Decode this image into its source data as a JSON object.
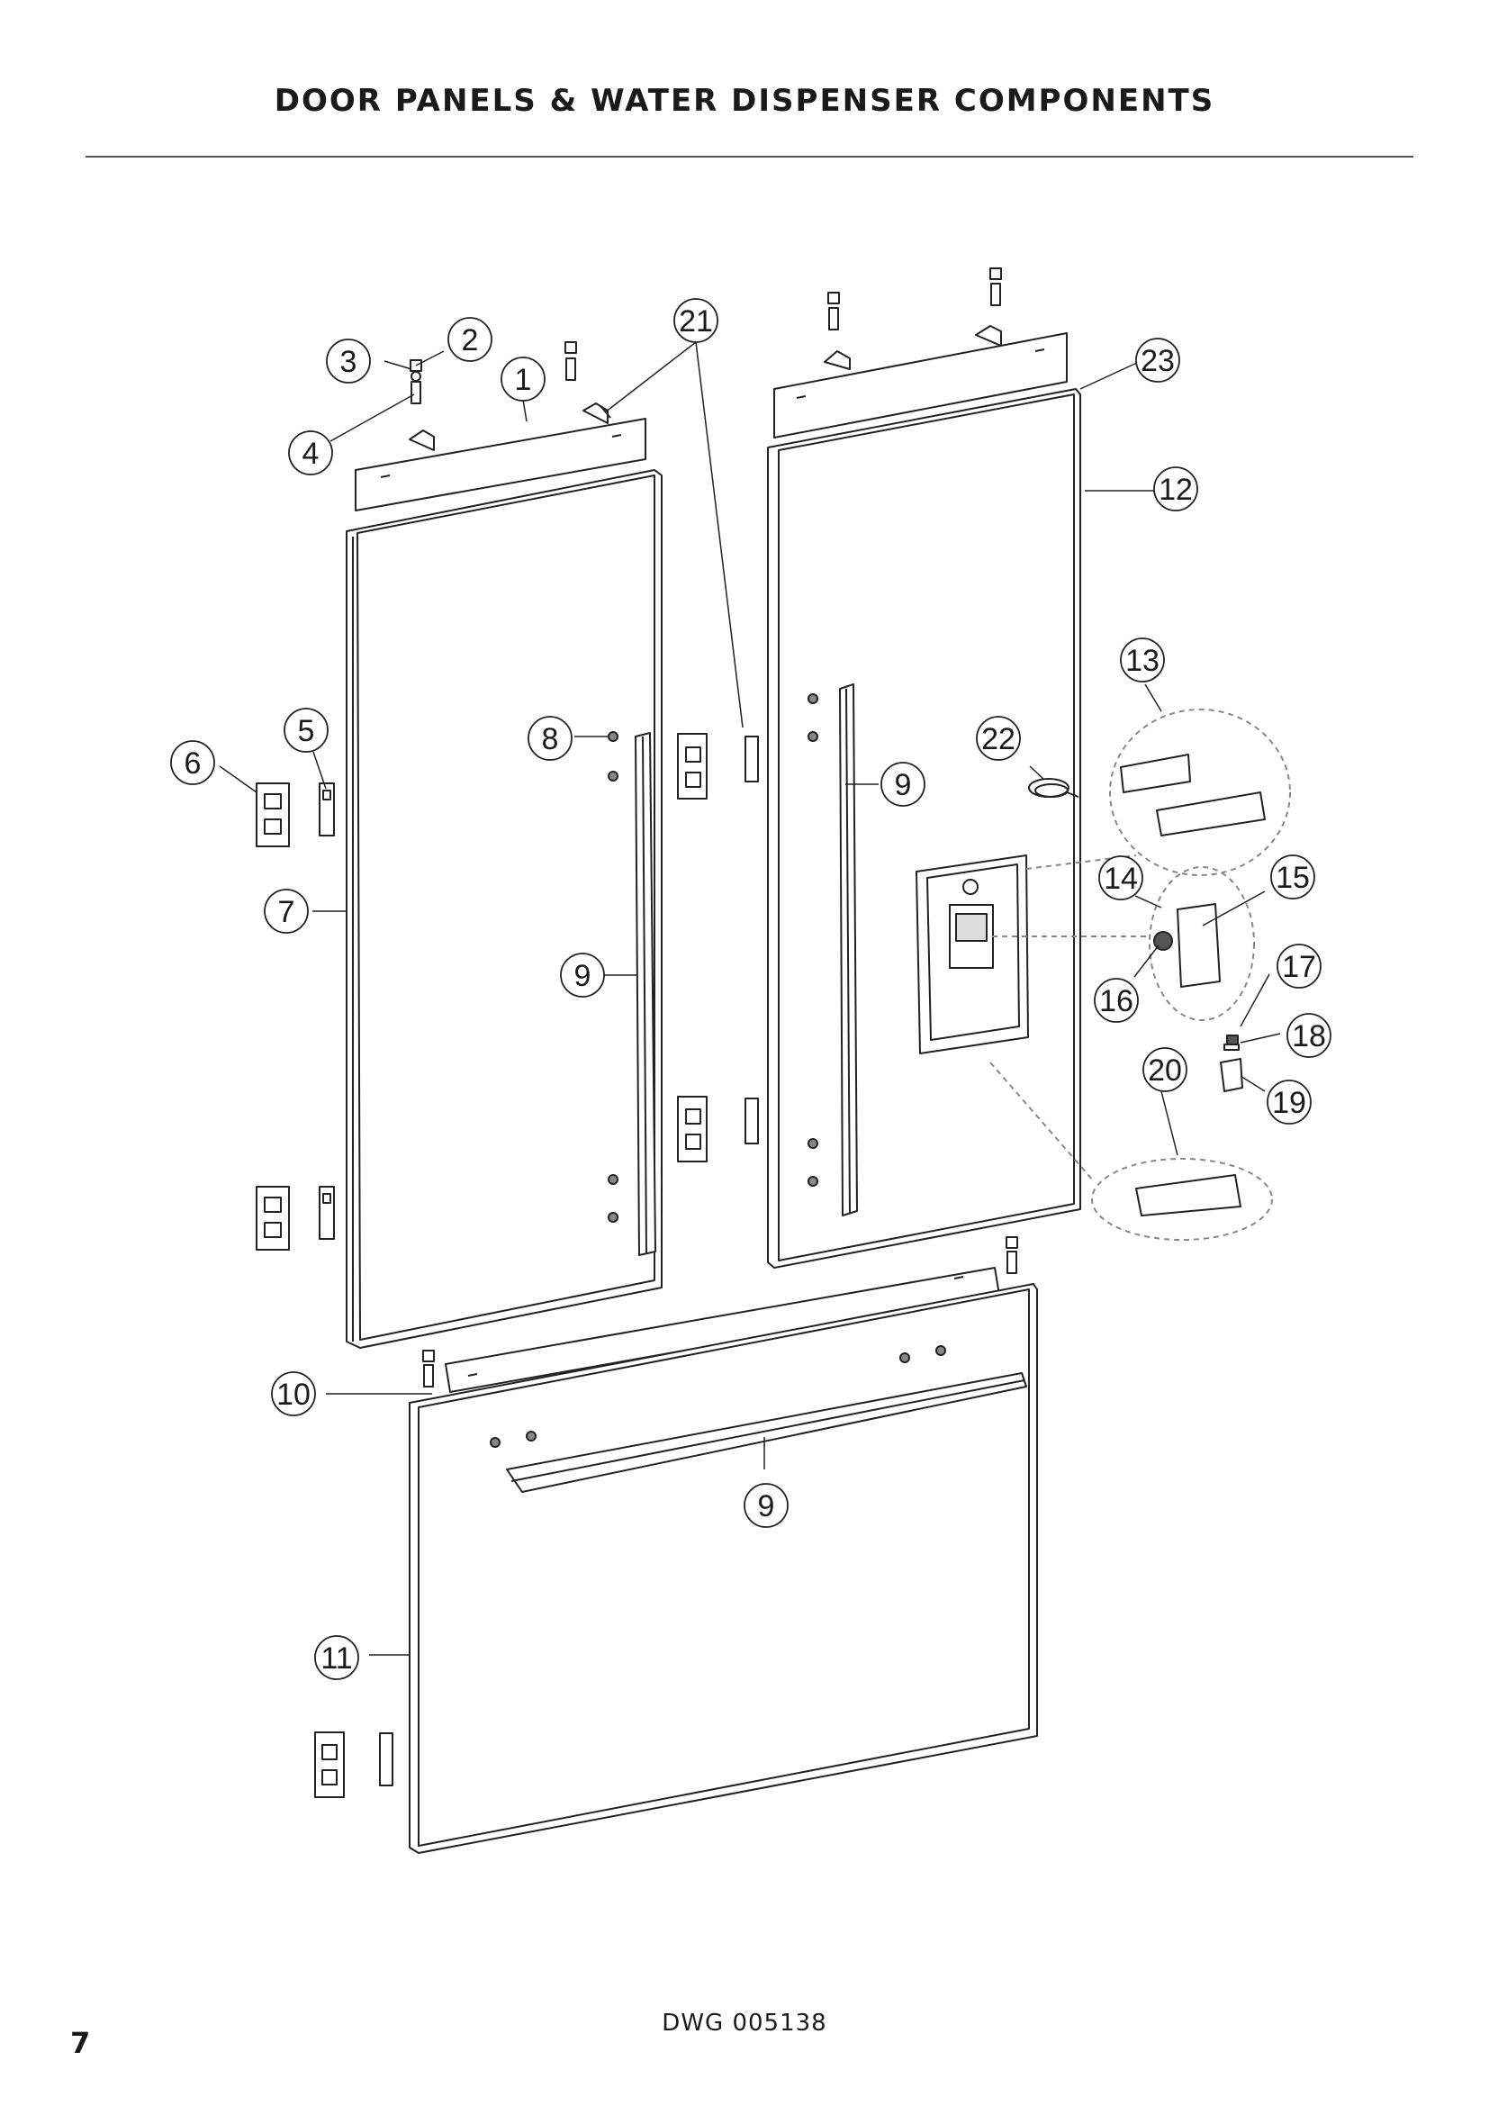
{
  "page": {
    "title": "DOOR PANELS & WATER DISPENSER COMPONENTS",
    "drawing_number": "DWG 005138",
    "page_number": "7"
  },
  "diagram": {
    "callouts": [
      "1",
      "2",
      "3",
      "4",
      "5",
      "6",
      "7",
      "8",
      "9",
      "9",
      "9",
      "10",
      "11",
      "12",
      "13",
      "14",
      "15",
      "16",
      "17",
      "18",
      "19",
      "20",
      "21",
      "22",
      "23"
    ]
  }
}
